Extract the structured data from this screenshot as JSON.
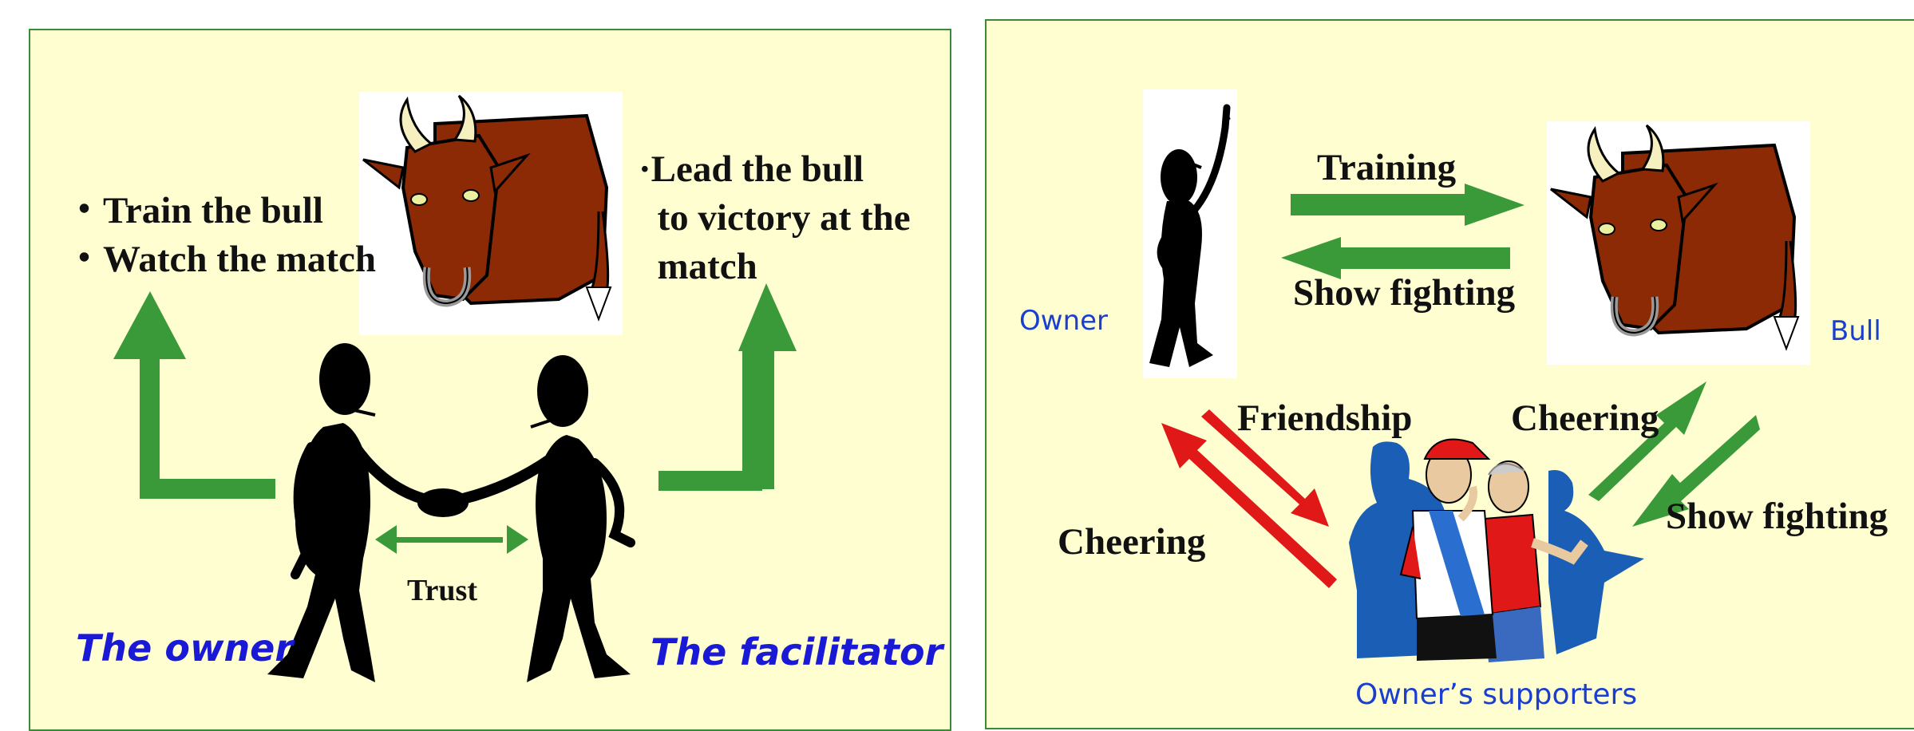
{
  "left_panel": {
    "owner_tasks": [
      "・Train the bull",
      "・Watch the match"
    ],
    "facilitator_task": "·Lead the bull\n  to victory at the\n  match",
    "trust_label": "Trust",
    "owner_label": "The owner",
    "facilitator_label": "The facilitator"
  },
  "right_panel": {
    "owner_label": "Owner",
    "bull_label": "Bull",
    "supporters_label": "Owner’s supporters",
    "training_label": "Training",
    "show_fighting_top": "Show fighting",
    "friendship_label": "Friendship",
    "cheering_right": "Cheering",
    "cheering_left": "Cheering",
    "show_fighting_right": "Show fighting"
  },
  "colors": {
    "panel_bg": "#fffed0",
    "panel_border": "#3a8a3a",
    "green_arrow": "#3a9a3a",
    "red_arrow": "#e01818",
    "label_blue": "#1a1ad6",
    "bull_brown": "#8b2a05"
  }
}
